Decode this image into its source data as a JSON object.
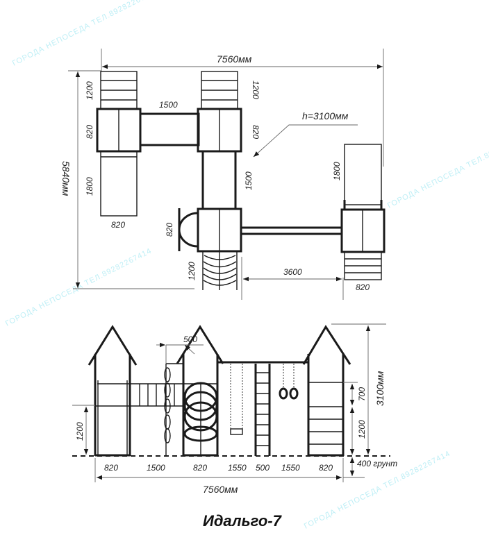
{
  "watermark": "ГОРОДА НЕПОСЕДА ТЕЛ.89282267414",
  "plan": {
    "total_width": "7560мм",
    "total_depth": "5840мм",
    "height_note": "h=3100мм",
    "stairs_a": "1200",
    "tower_a": "820",
    "slide_a": "1800",
    "slide_a_width": "820",
    "bridge_ab": "1500",
    "stairs_b": "1200",
    "tower_b": "820",
    "bridge_bc": "1500",
    "dome": "820",
    "tube_slide": "1200",
    "bridge_cd": "3600",
    "slide_d": "1800",
    "tower_d_width": "820"
  },
  "elevation": {
    "stair_height": "1200",
    "climb_wall": "500",
    "total_height": "3100мм",
    "roof_section": "700",
    "deck_height": "1200",
    "ground": "400 грунт",
    "segments": [
      "820",
      "1500",
      "820",
      "1550",
      "500",
      "1550",
      "820"
    ],
    "total_width": "7560мм"
  },
  "title": "Идальго-7"
}
